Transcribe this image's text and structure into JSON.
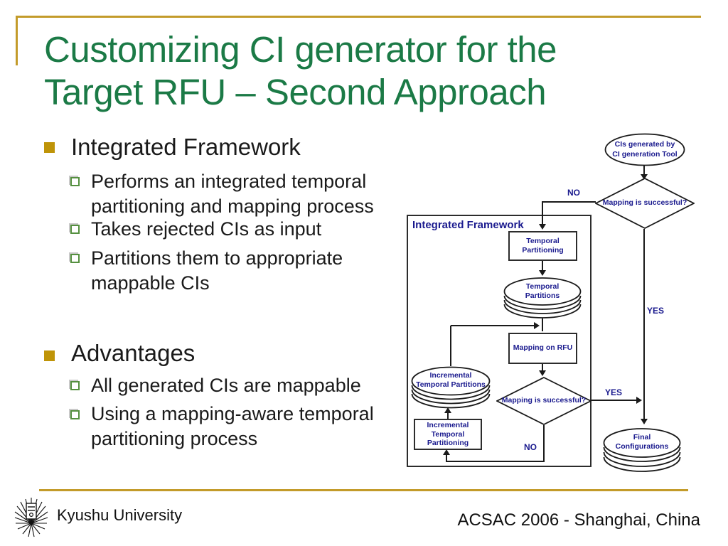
{
  "slide": {
    "title": "Customizing CI generator for the\nTarget RFU – Second Approach",
    "bullets": {
      "b1": {
        "label": "Integrated Framework",
        "subs": [
          "Performs an integrated temporal\npartitioning and mapping process",
          "Takes rejected CIs as input",
          "Partitions them to appropriate\nmappable CIs"
        ]
      },
      "b2": {
        "label": "Advantages",
        "subs": [
          "All generated CIs are mappable",
          "Using a mapping-aware temporal\npartitioning process"
        ]
      }
    }
  },
  "diagram": {
    "container_label": "Integrated Framework",
    "nodes": {
      "start_ellipse": "CIs generated by\nCI generation Tool",
      "decision_top": "Mapping is successful?",
      "temporal_partitioning": "Temporal\nPartitioning",
      "temporal_partitions": "Temporal\nPartitions",
      "mapping_on_rfu": "Mapping on RFU",
      "decision_inner": "Mapping is successful?",
      "incremental_partitions": "Incremental\nTemporal Partitions",
      "incremental_partitioning": "Incremental\nTemporal\nPartitioning",
      "final_configurations": "Final\nConfigurations"
    },
    "edge_labels": {
      "no_top": "NO",
      "yes_top": "YES",
      "yes_inner": "YES",
      "no_inner": "NO"
    }
  },
  "footer": {
    "org": "Kyushu University",
    "conference": "ACSAC 2006 - Shanghai, China"
  },
  "colors": {
    "title_green": "#1b7a46",
    "accent_gold": "#c39b2a",
    "bullet_gold": "#bf9408",
    "sub_bullet_green": "#55903f",
    "diagram_navy": "#1a1a8e",
    "line_black": "#1a1a1a"
  }
}
